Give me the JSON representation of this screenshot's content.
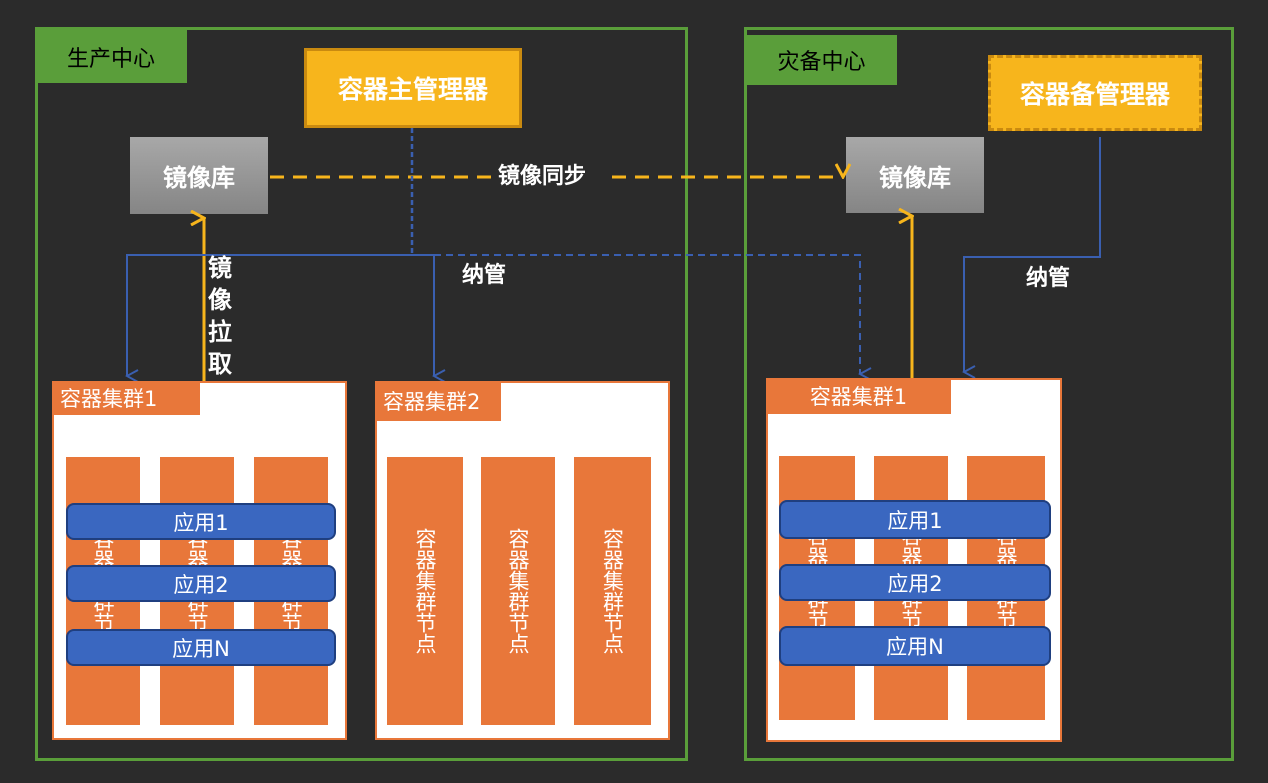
{
  "production": {
    "title": "生产中心",
    "manager": "容器主管理器",
    "registry": "镜像库",
    "pull_label": "镜像拉取",
    "manage_label": "纳管",
    "cluster1": {
      "title": "容器集群1",
      "node_text": "容器集群节点",
      "apps": [
        "应用1",
        "应用2",
        "应用N"
      ]
    },
    "cluster2": {
      "title": "容器集群2",
      "node_text": "容器集群节点"
    }
  },
  "disaster": {
    "title": "灾备中心",
    "manager": "容器备管理器",
    "registry": "镜像库",
    "manage_label": "纳管",
    "cluster1": {
      "title": "容器集群1",
      "node_text": "容器集群节点",
      "apps": [
        "应用1",
        "应用2",
        "应用N"
      ]
    }
  },
  "sync_label": "镜像同步",
  "colors": {
    "background": "#2b2b2b",
    "frame_green": "#5a9e3a",
    "manager_yellow": "#f7b51c",
    "cluster_orange": "#e8773a",
    "app_blue": "#3a67c0",
    "line_blue": "#3a5fb0"
  }
}
